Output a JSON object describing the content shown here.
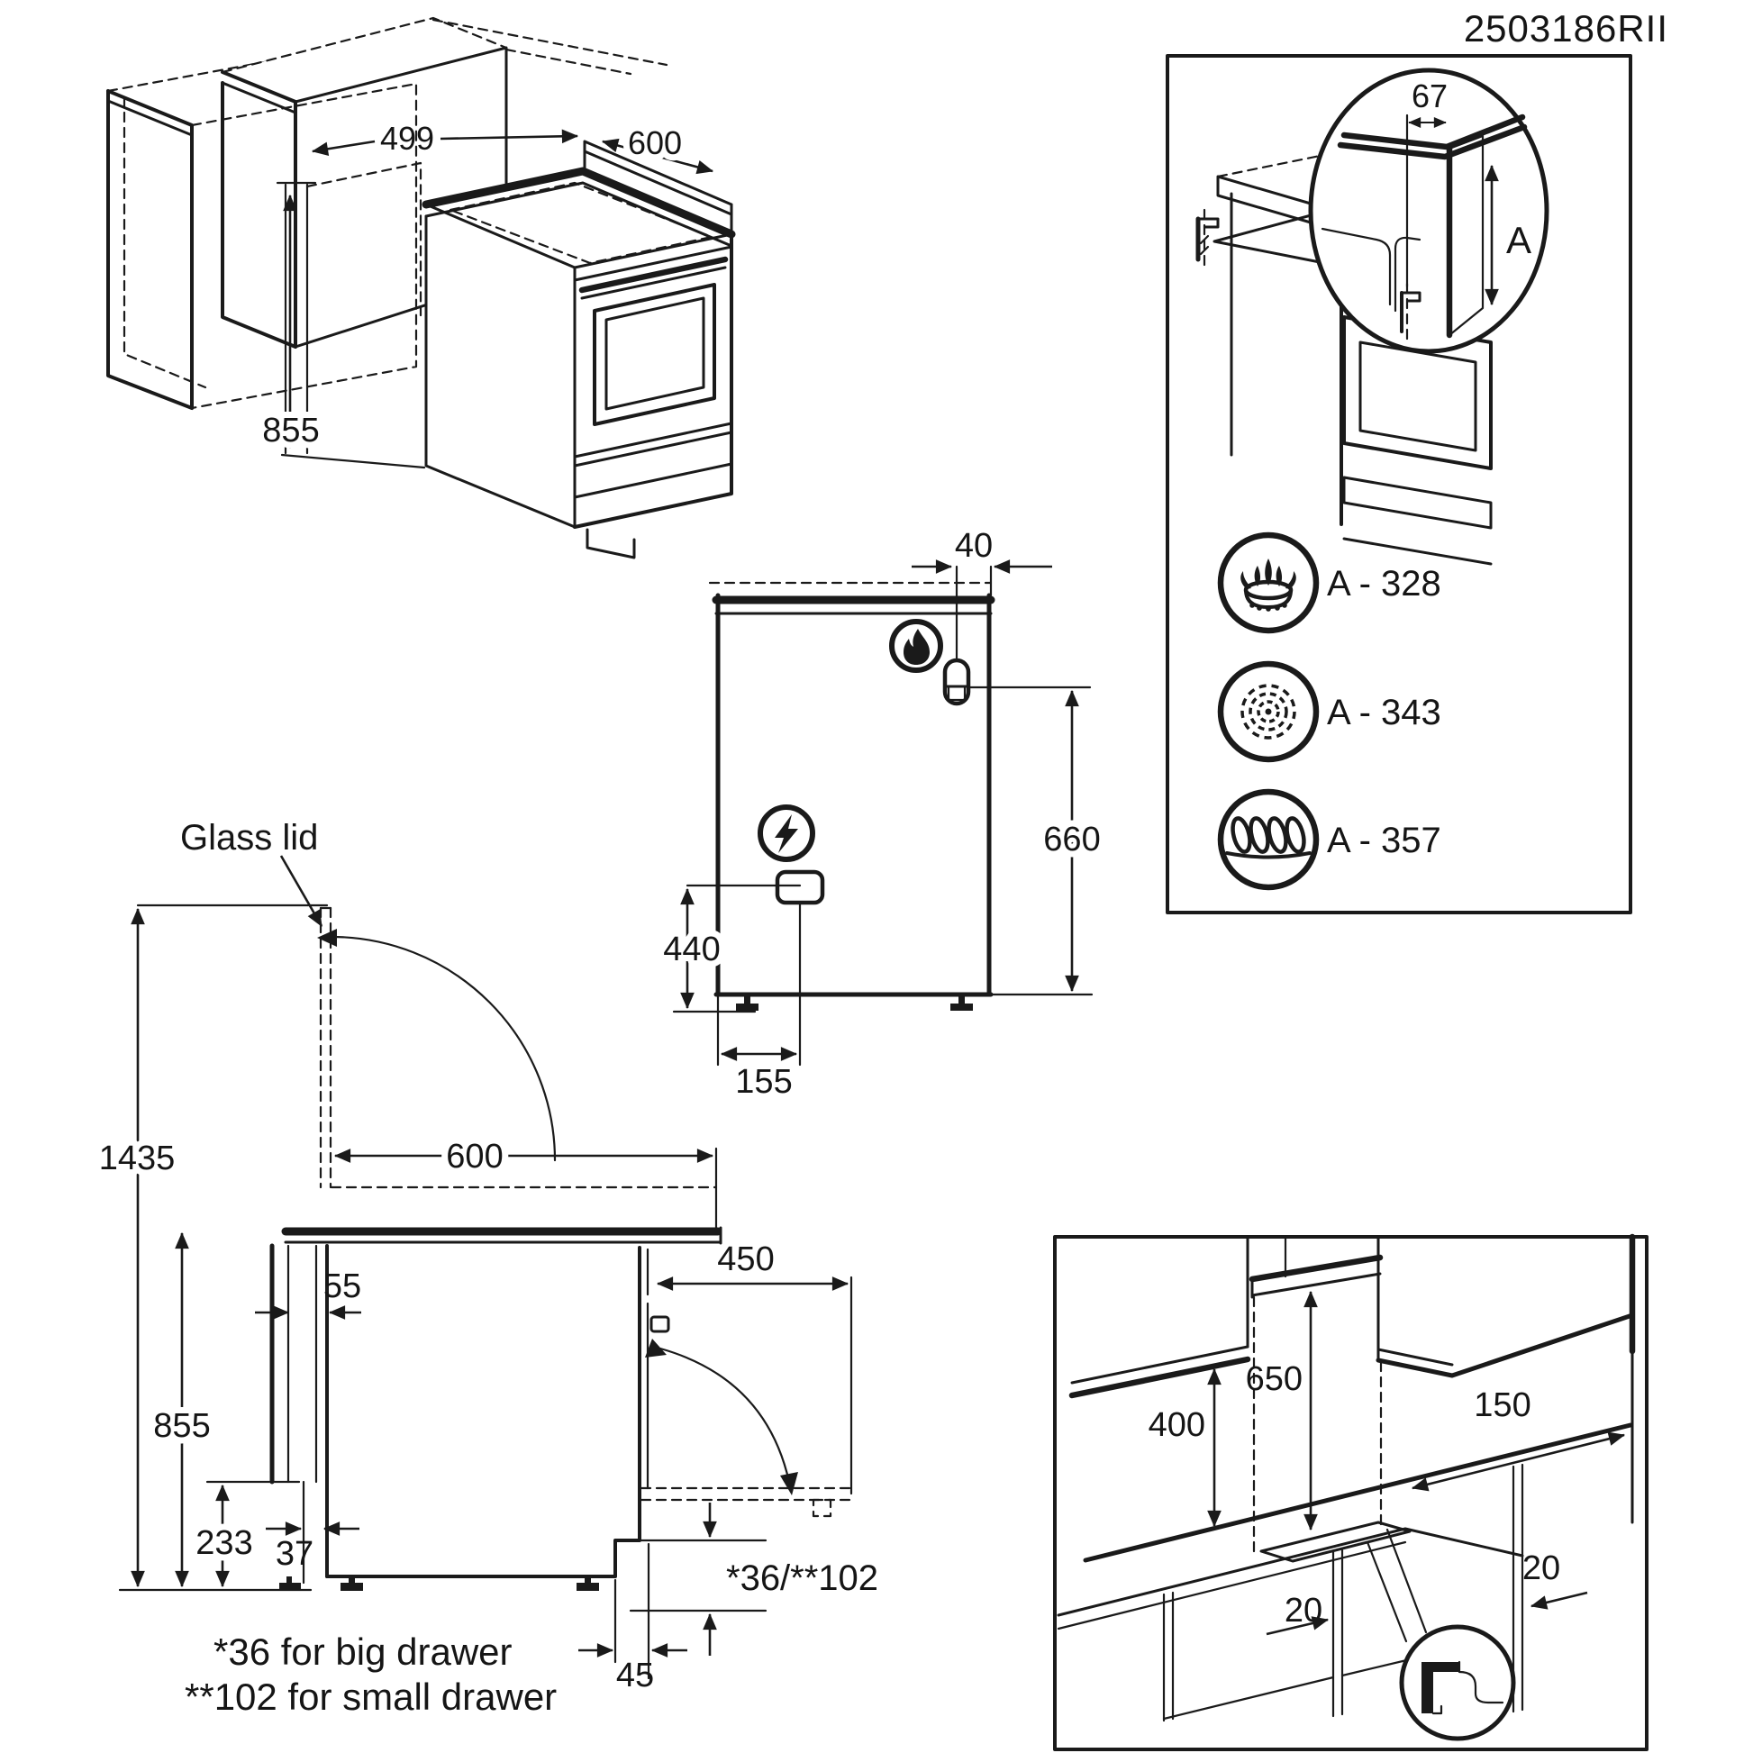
{
  "doc_number": "2503186RII",
  "iso_view": {
    "niche_width": "499",
    "cooker_width": "600",
    "cooker_height": "855"
  },
  "bracket_box": {
    "bracket_offset": "67",
    "bracket_height_label": "A",
    "legend": [
      {
        "icon": "gas-burner-icon",
        "value": "A - 328"
      },
      {
        "icon": "fan-icon",
        "value": "A - 343"
      },
      {
        "icon": "coil-icon",
        "value": "A - 357"
      }
    ]
  },
  "rear_view": {
    "gas_side_offset": "40",
    "gas_connection_height": "660",
    "electrical_connection_height": "440",
    "electrical_side_offset": "155"
  },
  "side_view": {
    "glass_lid_label": "Glass lid",
    "height_lid_open": "1435",
    "depth": "600",
    "height": "855",
    "rear_clearance": "55",
    "door_open_depth": "450",
    "adjacent_plinth_height": "233",
    "lower_rear_gap": "37",
    "step_height": "*36/**102",
    "plinth_recess": "45",
    "footnote_big_drawer": "*36 for big drawer",
    "footnote_small_drawer": "**102 for small drawer"
  },
  "clearance_box": {
    "hood_height": "650",
    "wall_cabinet_height": "400",
    "side_wall_distance": "150",
    "gap_left": "20",
    "gap_right": "20"
  }
}
